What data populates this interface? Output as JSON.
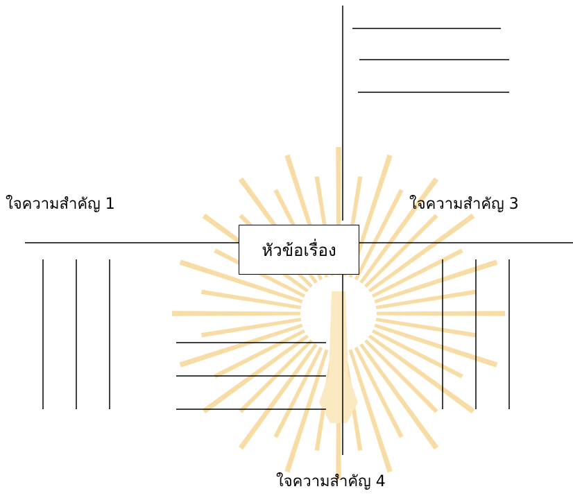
{
  "diagram": {
    "center_topic": "หัวข้อเรื่อง",
    "labels": {
      "idea_1": "ใจความสำคัญ 1",
      "idea_3": "ใจความสำคัญ 3",
      "idea_4": "ใจความสำคัญ 4"
    }
  },
  "colors": {
    "lines": "#000000",
    "watermark": "#f2c35c"
  },
  "watermark": {
    "kind": "university-emblem-sunburst"
  }
}
